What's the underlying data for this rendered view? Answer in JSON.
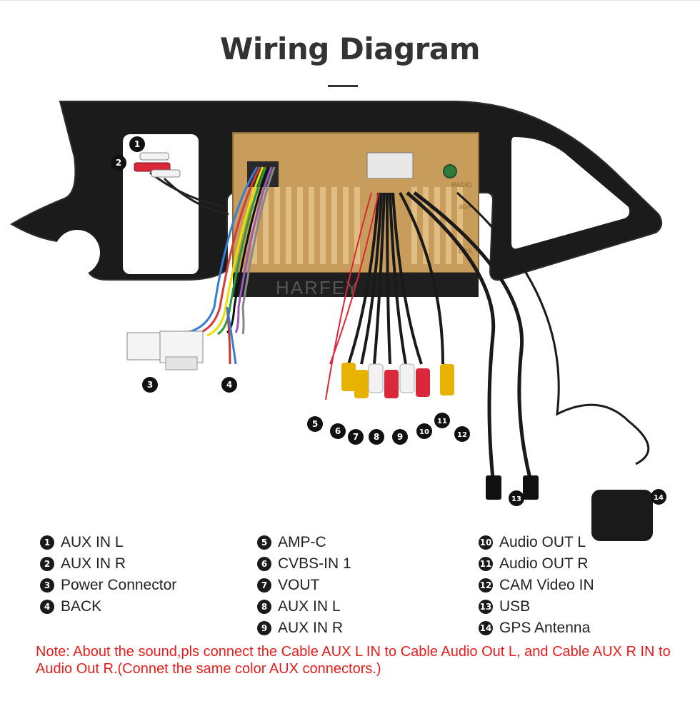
{
  "title": "Wiring Diagram",
  "brand": "HARFEY",
  "unit_labels": {
    "radio": "RADIO",
    "g": "4G+",
    "gps": "GPS"
  },
  "markers": [
    "1",
    "2",
    "3",
    "4",
    "5",
    "6",
    "7",
    "8",
    "9",
    "10",
    "11",
    "12",
    "13",
    "14"
  ],
  "legend": {
    "col1": [
      {
        "num": "1",
        "label": "AUX IN L"
      },
      {
        "num": "2",
        "label": "AUX IN R"
      },
      {
        "num": "3",
        "label": "Power Connector"
      },
      {
        "num": "4",
        "label": "BACK"
      }
    ],
    "col2": [
      {
        "num": "5",
        "label": "AMP-C"
      },
      {
        "num": "6",
        "label": "CVBS-IN 1"
      },
      {
        "num": "7",
        "label": "VOUT"
      },
      {
        "num": "8",
        "label": "AUX IN L"
      },
      {
        "num": "9",
        "label": "AUX IN R"
      }
    ],
    "col3": [
      {
        "num": "10",
        "label": "Audio OUT L"
      },
      {
        "num": "11",
        "label": "Audio OUT R"
      },
      {
        "num": "12",
        "label": "CAM Video IN"
      },
      {
        "num": "13",
        "label": "USB"
      },
      {
        "num": "14",
        "label": "GPS Antenna"
      }
    ]
  },
  "note": "Note: About the sound,pls connect the Cable AUX L IN to Cable Audio Out L, and Cable AUX R IN to  Audio Out R.(Connet the same color AUX connectors.)",
  "colors": {
    "note": "#e41e1e",
    "panel": "#1b1b1b",
    "unit": "#d2a868",
    "rca_red": "#d9283a",
    "rca_yellow": "#e8b200",
    "rca_white": "#f2f2f2"
  }
}
